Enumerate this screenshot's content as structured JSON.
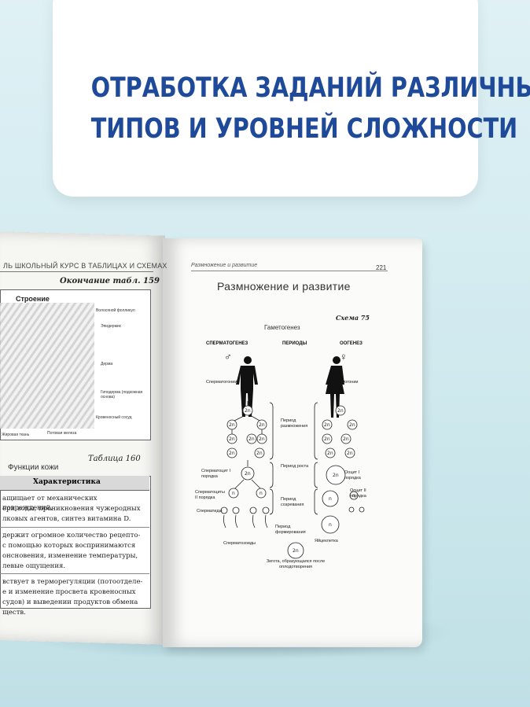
{
  "banner": {
    "line1": "ОТРАБОТКА ЗАДАНИЙ РАЗЛИЧНЫХ",
    "line2": "ТИПОВ И УРОВНЕЙ СЛОЖНОСТИ",
    "color": "#1f4a9a"
  },
  "left_page": {
    "running_head": "ЛЬ ШКОЛЬНЫЙ КУРС В ТАБЛИЦАХ И СХЕМАХ",
    "continuation": "Окончание табл. 159",
    "figure_title": "Строение",
    "figure_labels": [
      "Волосяной фолликул",
      "Эпидермис",
      "Дерма",
      "Гиподерма (подкожная основа)",
      "Кровеносный сосуд",
      "Потовая железа",
      "Жировая ткань"
    ],
    "table_label": "Таблица 160",
    "table_title": "Функции кожи",
    "table_header": "Характеристика",
    "rows": [
      "ащищает от механических повреждений,",
      "ери воды, проникновения чужеродных",
      "лковых агентов, синтез витамина D.",
      "держит огромное количество рецепто-",
      "с помощью которых воспринимаются",
      "онсновения, изменение температуры,",
      "левые ощущения.",
      "вствует в терморегуляции (потоотделе-",
      "е и изменение просвета кровеносных",
      "судов) и выведении продуктов обмена",
      "ществ."
    ]
  },
  "right_page": {
    "running_head": "Размножение и развитие",
    "page_number": "221",
    "title": "Размножение и развитие",
    "schema_label": "Схема 75",
    "subtitle": "Гаметогенез",
    "columns": [
      "СПЕРМАТОГЕНЕЗ",
      "ПЕРИОДЫ",
      "ООГЕНЕЗ"
    ],
    "male_symbol": "♂",
    "female_symbol": "♀",
    "left_labels": [
      "Сперматогонии",
      "Сперматоцит I порядка",
      "Сперматоциты II порядка",
      "Сперматиды",
      "Сперматозоиды"
    ],
    "periods": [
      "Период размножения",
      "Период роста",
      "Период созревания",
      "Период формирования"
    ],
    "right_labels": [
      "Оогонии",
      "Ооцит I порядка",
      "Ооцит II порядка",
      "Яйцеклетка"
    ],
    "zygote": "Зигота, образующаяся после оплодотворения",
    "cell_2n": "2n",
    "cell_n": "n"
  }
}
